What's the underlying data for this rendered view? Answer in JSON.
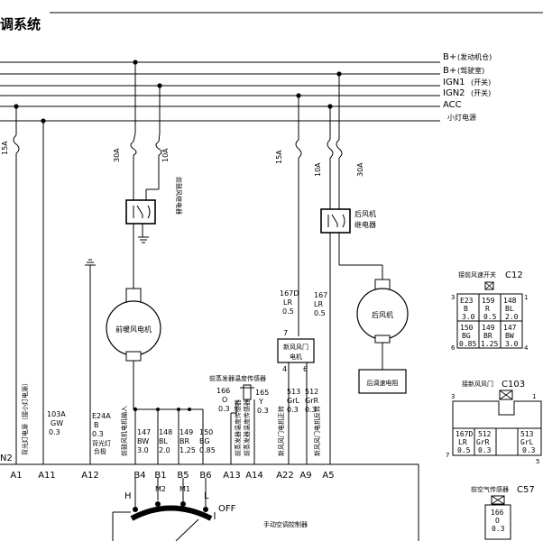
{
  "title": "调系统",
  "rails": [
    {
      "label": "B+",
      "note": "发动机仓"
    },
    {
      "label": "B+",
      "note": "驾驶室"
    },
    {
      "label": "IGN1",
      "note": "开关"
    },
    {
      "label": "IGN2",
      "note": "开关"
    },
    {
      "label": "ACC",
      "note": ""
    },
    {
      "label": "",
      "note": "小灯电源"
    }
  ],
  "fuses": {
    "left": "15A",
    "front_a": "30A",
    "front_b": "10A",
    "mid": "15A",
    "rear_a": "10A",
    "rear_b": "30A"
  },
  "relays": {
    "front": "前鼓风继电器",
    "rear_line1": "后风机",
    "rear_line2": "继电器"
  },
  "motors": {
    "front": "前暖风电机",
    "rear": "后风机",
    "rear_resistor": "后调速电阻",
    "damper_line1": "新风风门",
    "damper_line2": "电机",
    "damper_pin_left": "4",
    "damper_pin_right": "6",
    "damper_pin_top": "7"
  },
  "sensor": {
    "label": "前蒸发器温度传感器"
  },
  "wires": {
    "w167d_a": {
      "id": "167D",
      "color": "LR",
      "size": "0.5"
    },
    "w167_b": {
      "id": "167",
      "color": "LR",
      "size": "0.5"
    },
    "w103a": {
      "id": "103A",
      "color": "GW",
      "size": "0.3"
    },
    "we24a": {
      "id": "E24A",
      "color": "B",
      "size": "0.3",
      "note1": "背光灯",
      "note2": "负极"
    },
    "w147": {
      "id": "147",
      "color": "BW",
      "size": "3.0"
    },
    "w148": {
      "id": "148",
      "color": "BL",
      "size": "2.0"
    },
    "w149": {
      "id": "149",
      "color": "BR",
      "size": "1.25"
    },
    "w150": {
      "id": "150",
      "color": "BG",
      "size": "0.85"
    },
    "w166": {
      "id": "166",
      "color": "O",
      "size": "0.3"
    },
    "w165": {
      "id": "165",
      "color": "Y",
      "size": "0.3"
    },
    "w513": {
      "id": "513",
      "color": "GrL",
      "size": "0.3"
    },
    "w512": {
      "id": "512",
      "color": "GrR",
      "size": "0.3"
    }
  },
  "vertical_labels": {
    "v_a1": "背光灯电源（接小灯电源）",
    "v_b4": "前鼓风机电机输入",
    "v_a13": "前蒸发器温度传感器",
    "v_a14": "前蒸发器温度传感器",
    "v_a22": "新风风门电机正转",
    "v_a9": "新风风门电机反转",
    "v_front_relay": "前鼓风继电器"
  },
  "controller": {
    "pins": [
      "A1",
      "A11",
      "A12",
      "B4",
      "B1",
      "B5",
      "B6",
      "A13",
      "A14",
      "A22",
      "A9",
      "A5"
    ],
    "edge_label": "N2",
    "switch_positions": [
      "H",
      "M2",
      "M1",
      "L"
    ],
    "off_label": "OFF",
    "name": "手动空调控制器"
  },
  "connector_c12": {
    "title": "接前风速开关",
    "code": "C12",
    "pin_tl": "3",
    "pin_tr": "1",
    "pin_bl": "6",
    "pin_br": "4",
    "rows": [
      [
        {
          "id": "E23",
          "c": "B",
          "s": "3.0"
        },
        {
          "id": "159",
          "c": "R",
          "s": "0.5"
        },
        {
          "id": "148",
          "c": "BL",
          "s": "2.0"
        }
      ],
      [
        {
          "id": "150",
          "c": "BG",
          "s": "0.85"
        },
        {
          "id": "149",
          "c": "BR",
          "s": "1.25"
        },
        {
          "id": "147",
          "c": "BW",
          "s": "3.0"
        }
      ]
    ]
  },
  "connector_c103": {
    "title": "接新风风门",
    "code": "C103",
    "pin_left": "3",
    "pin_right": "1",
    "pin_bl": "7",
    "pin_br": "5",
    "cells": [
      {
        "id": "167D",
        "c": "LR",
        "s": "0.5"
      },
      {
        "id": "512",
        "c": "GrR",
        "s": "0.3"
      },
      {
        "id": "513",
        "c": "GrL",
        "s": "0.3"
      }
    ]
  },
  "connector_c57": {
    "title": "前空气传感器",
    "code": "C57",
    "cell": {
      "id": "166",
      "c": "O",
      "s": "0.3"
    }
  }
}
